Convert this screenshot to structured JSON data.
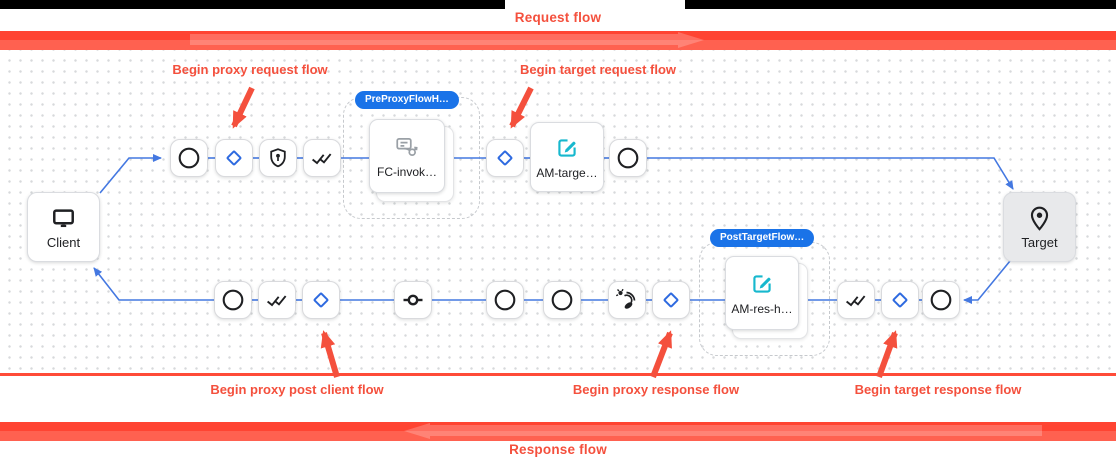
{
  "title_bars": {
    "request_flow_label": "Request flow",
    "response_flow_label": "Response flow"
  },
  "annotations": {
    "proxy_request": "Begin proxy request flow",
    "target_request": "Begin target request flow",
    "proxy_post_client": "Begin proxy post client flow",
    "proxy_response": "Begin proxy response flow",
    "target_response": "Begin target response flow"
  },
  "endpoints": {
    "client_label": "Client",
    "target_label": "Target"
  },
  "flow_groups": {
    "pre_proxy_badge": "PreProxyFlowH…",
    "post_target_badge": "PostTargetFlow…"
  },
  "policies": {
    "flow_callout": "FC-invok…",
    "assign_message_target": "AM-targe…",
    "assign_message_response": "AM-res-h…"
  },
  "icons": {
    "client": "monitor-icon",
    "target": "location-pin-icon",
    "step_circle": "circle-icon",
    "step_diamond": "diamond-icon",
    "step_shield": "shield-icon",
    "step_double_check": "double-check-icon",
    "step_connector": "commit-node-icon",
    "step_sensor": "signal-waves-icon",
    "policy_flow_callout": "flow-callout-icon",
    "policy_assign_message": "edit-square-icon"
  },
  "colors": {
    "annotation_red": "#f4503d",
    "bar_red": "#ff4432",
    "bar_red_light": "#ff6150",
    "badge_blue": "#1a73e8",
    "connector_blue": "#4478e1",
    "diamond_blue": "#2e6ae0",
    "policy_teal": "#17b8ce",
    "icon_gray": "#9aa0a6",
    "icon_black": "#1f2023"
  }
}
